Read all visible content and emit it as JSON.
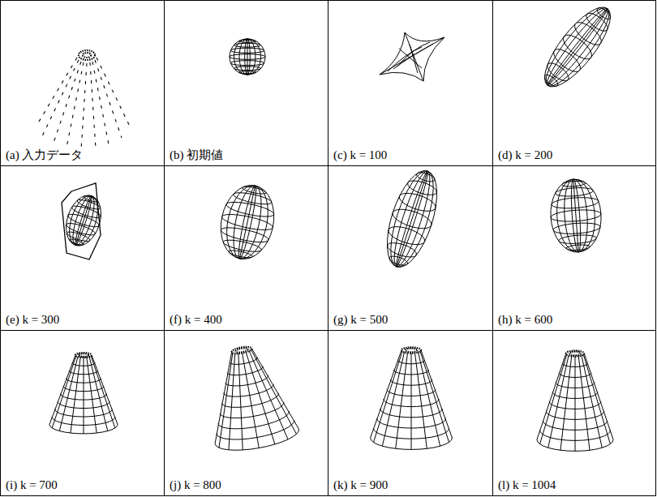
{
  "diagram": {
    "nodes": [
      {
        "text": [
          "(a) 入力データ"
        ]
      },
      {
        "text": [
          "(b) 初期値"
        ]
      },
      {
        "text": [
          "(c) k = 100"
        ]
      },
      {
        "text": [
          "(d) k = 200"
        ]
      },
      {
        "text": [
          "(e) k = 300"
        ]
      },
      {
        "text": [
          "(f) k = 400"
        ]
      },
      {
        "text": [
          "(g) k = 500"
        ]
      },
      {
        "text": [
          "(h) k = 600"
        ]
      },
      {
        "text": [
          "(i) k = 700"
        ]
      },
      {
        "text": [
          "(j) k = 800"
        ]
      },
      {
        "text": [
          "(k) k = 900"
        ]
      },
      {
        "text": [
          "(l) k = 1004"
        ]
      }
    ]
  }
}
